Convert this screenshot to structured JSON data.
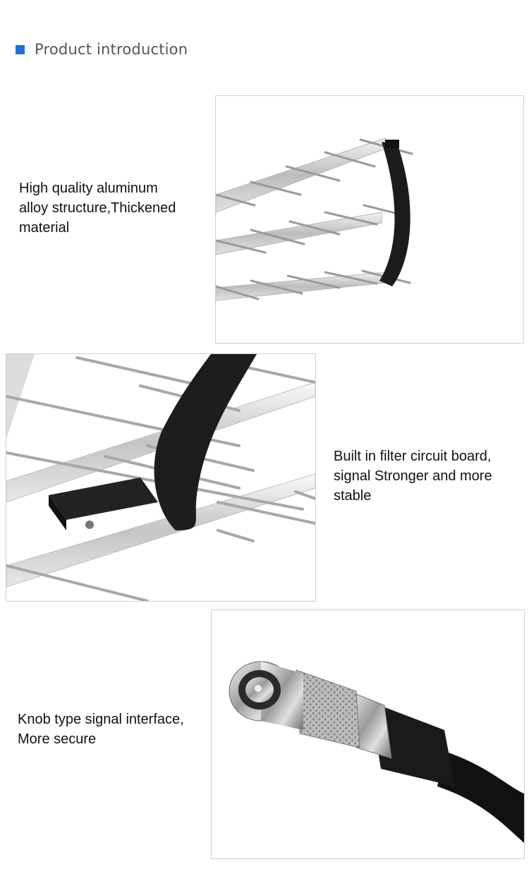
{
  "header": {
    "title": "Product introduction",
    "marker_color": "#1f6fe0"
  },
  "features": [
    {
      "text_lines": [
        "High quality aluminum",
        "alloy structure,Thickened",
        "material"
      ],
      "image_icon": "antenna-elements-icon"
    },
    {
      "text_lines": [
        "Built in filter circuit board,",
        "signal Stronger and more",
        "stable"
      ],
      "image_icon": "filter-bracket-icon"
    },
    {
      "text_lines": [
        "Knob type signal interface,",
        "More secure"
      ],
      "image_icon": "coax-connector-icon"
    }
  ]
}
